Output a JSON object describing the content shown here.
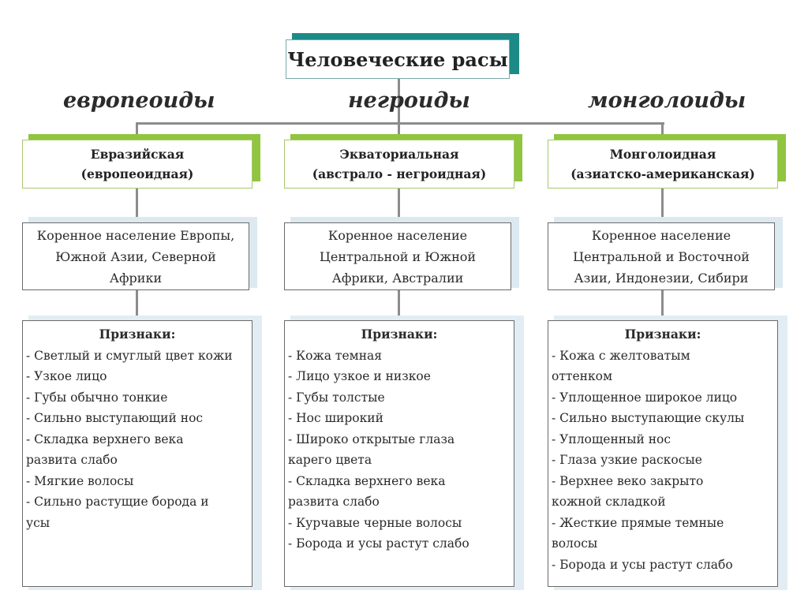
{
  "title": "Человеческие расы",
  "groups": [
    {
      "name": "европеоиды",
      "race": [
        "Евразийская",
        "(европеоидная)"
      ],
      "population": [
        "Коренное население Европы,",
        "Южной Азии, Северной",
        "Африки"
      ],
      "features_heading": "Признаки:",
      "features": [
        "- Светлый и смуглый цвет кожи",
        "- Узкое лицо",
        "- Губы обычно тонкие",
        "- Сильно выступающий нос",
        "- Складка верхнего века",
        "развита слабо",
        "- Мягкие волосы",
        "- Сильно растущие борода и",
        "усы"
      ]
    },
    {
      "name": "негроиды",
      "race": [
        "Экваториальная",
        "(австрало - негроидная)"
      ],
      "population": [
        "Коренное население",
        "Центральной и Южной",
        "Африки, Австралии"
      ],
      "features_heading": "Признаки:",
      "features": [
        "- Кожа темная",
        "- Лицо узкое и низкое",
        "- Губы толстые",
        "- Нос широкий",
        "- Широко открытые глаза",
        "карего цвета",
        "- Складка верхнего века",
        "развита слабо",
        "- Курчавые черные волосы",
        "- Борода и усы растут слабо"
      ]
    },
    {
      "name": "монголоиды",
      "race": [
        "Монголоидная",
        "(азиатско-американская)"
      ],
      "population": [
        "Коренное население",
        "Центральной и Восточной",
        "Азии, Индонезии, Сибири"
      ],
      "features_heading": "Признаки:",
      "features": [
        "- Кожа с желтоватым",
        "оттенком",
        "- Уплощенное широкое лицо",
        "- Сильно выступающие скулы",
        "- Уплощенный нос",
        "- Глаза узкие раскосые",
        "- Верхнее веко закрыто",
        "кожной складкой",
        "- Жесткие прямые темные",
        "волосы",
        "- Борода и усы растут слабо"
      ]
    }
  ],
  "colors": {
    "title_accent": "#1c8a86",
    "race_accent": "#8fc53f",
    "box_shadow": "#dde9f1",
    "line": "#8c8c8c"
  }
}
